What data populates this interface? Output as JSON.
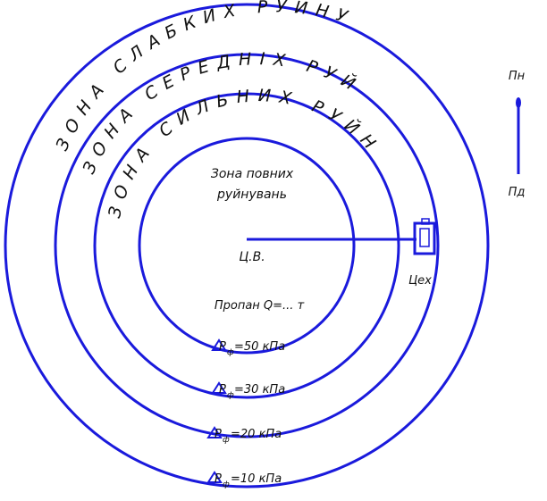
{
  "zones": {
    "weak": "ЗОНА СЛАБКИХ РУЙНУВАНЬ",
    "medium": "ЗОНА СЕРЕДНІХ РУЙНУВАНЬ",
    "strong": "ЗОНА СИЛЬНИХ РУЙНУВАНЬ"
  },
  "center": {
    "full_zone_line1": "Зона повних",
    "full_zone_line2": "руйнувань",
    "epicenter": "Ц.В.",
    "propane": "Пропан Q=... т"
  },
  "workshop": {
    "label": "Цех"
  },
  "wind": {
    "north": "Пн",
    "south": "Пд"
  },
  "pressures": [
    {
      "symbol": "P",
      "sub": "ф",
      "value": "=50 кПа"
    },
    {
      "symbol": "P",
      "sub": "ф",
      "value": "=30 кПа"
    },
    {
      "symbol": "P",
      "sub": "ф",
      "value": "=20 кПа"
    },
    {
      "symbol": "P",
      "sub": "ф",
      "value": "=10 кПа"
    }
  ],
  "colors": {
    "ring": "#1a1adc",
    "text": "#111111"
  }
}
